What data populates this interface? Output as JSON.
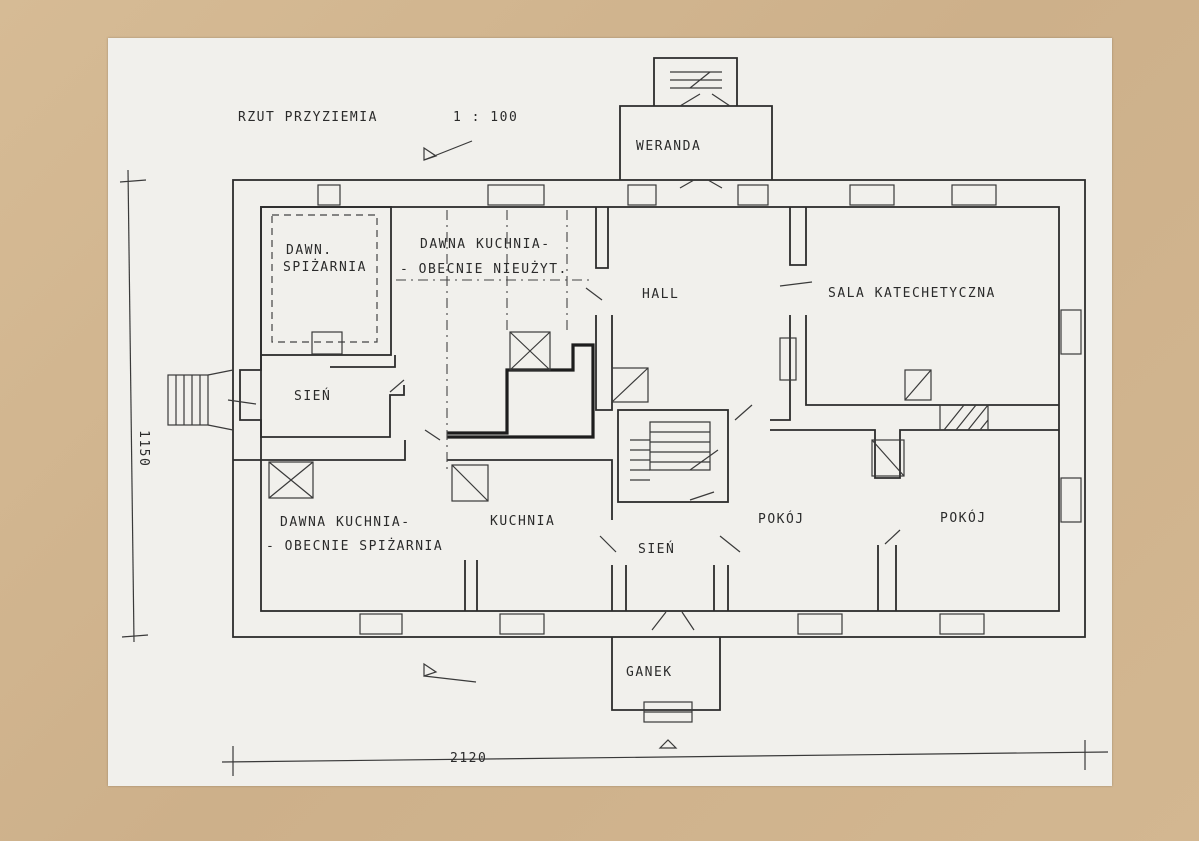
{
  "plan": {
    "title": "RZUT PRZYZIEMIA",
    "scale": "1 : 100",
    "dimension_width": "2120",
    "dimension_height": "1150"
  },
  "rooms": {
    "weranda": "WERANDA",
    "dawna_spizarnia_1": "DAWN.",
    "dawna_spizarnia_2": "SPIŻARNIA",
    "dawna_kuchnia_a1": "DAWNA KUCHNIA-",
    "dawna_kuchnia_a2": "- OBECNIE NIEUŻYT.",
    "hall": "HALL",
    "sala": "SALA KATECHETYCZNA",
    "sien_left": "SIEŃ",
    "dawna_kuchnia_b1": "DAWNA KUCHNIA-",
    "dawna_kuchnia_b2": "- OBECNIE SPIŻARNIA",
    "kuchnia": "KUCHNIA",
    "sien_center": "SIEŃ",
    "pokoj_1": "POKÓJ",
    "pokoj_2": "POKÓJ",
    "ganek": "GANEK"
  }
}
